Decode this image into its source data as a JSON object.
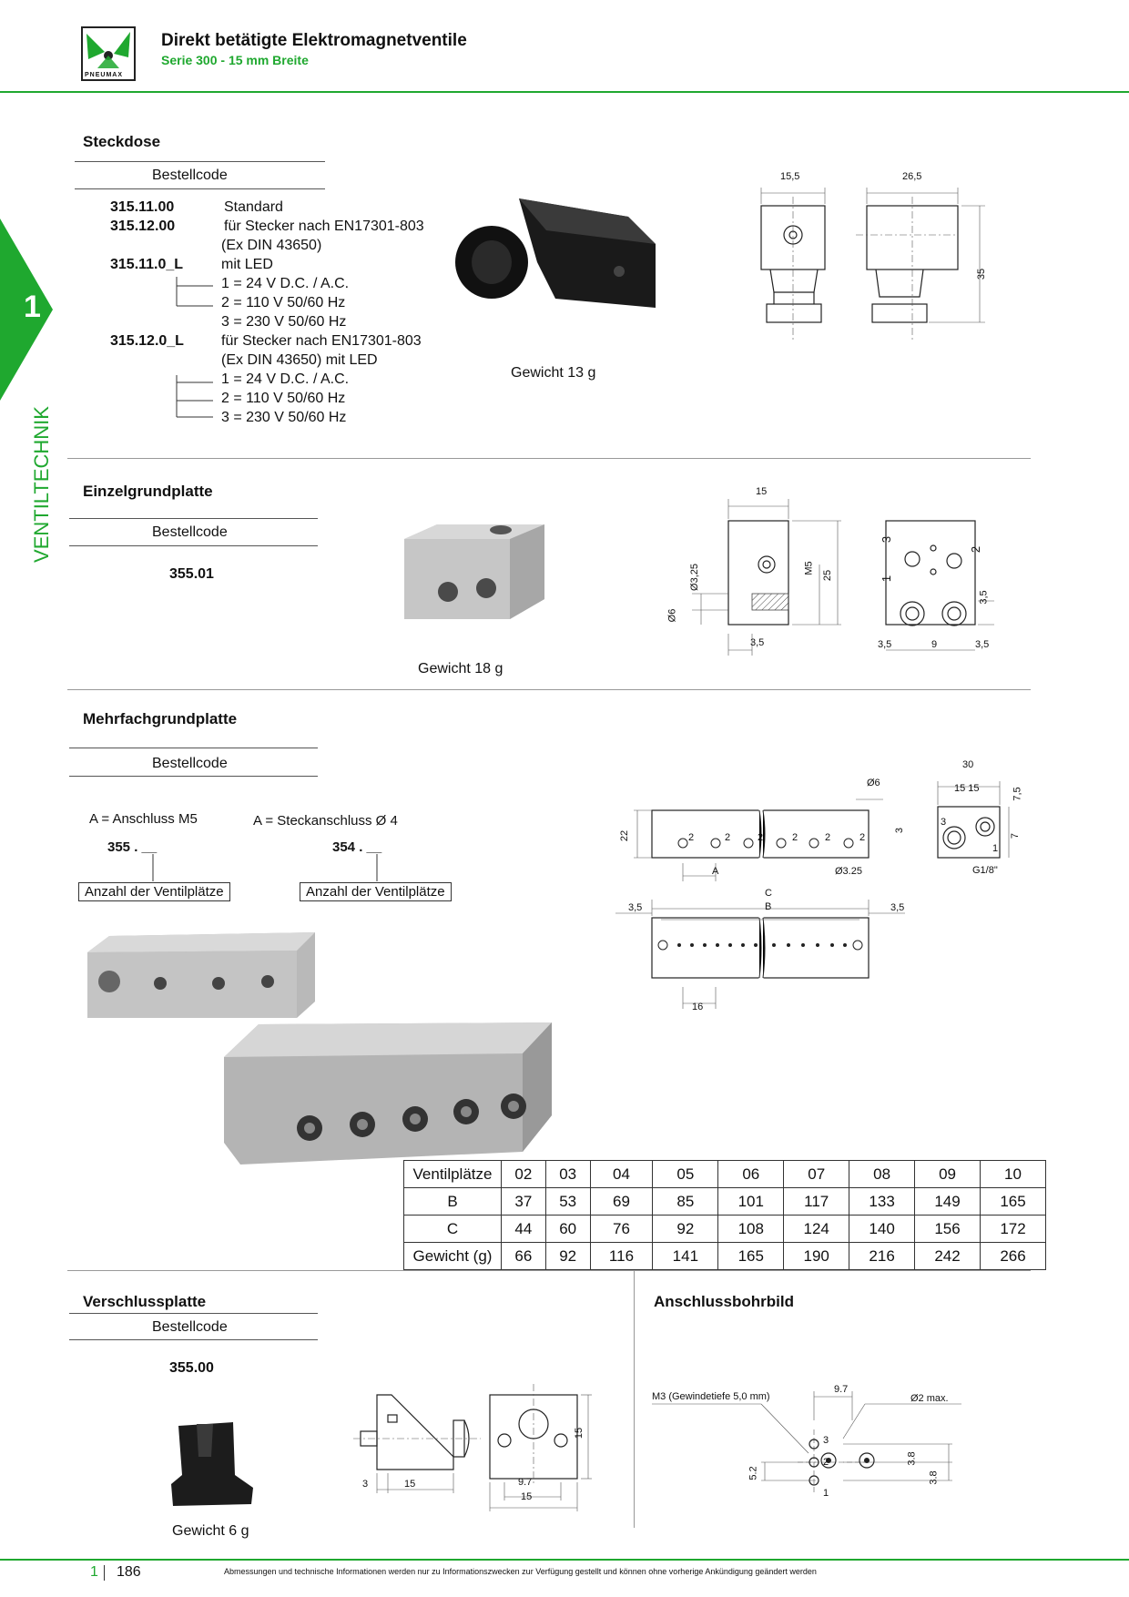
{
  "header": {
    "title": "Direkt betätigte Elektromagnetventile",
    "subtitle": "Serie 300 - 15 mm Breite",
    "logo_text": "PNEUMAX"
  },
  "side_tab": {
    "number": "1",
    "label": "VENTILTECHNIK"
  },
  "steckdose": {
    "title": "Steckdose",
    "bestellcode": "Bestellcode",
    "rows": [
      {
        "code": "315.11.00",
        "text": "Standard"
      },
      {
        "code": "315.12.00",
        "text": "für Stecker nach EN17301-803"
      },
      {
        "code": "",
        "text": "(Ex DIN 43650)"
      },
      {
        "code": "315.11.0_L",
        "text": "mit LED"
      },
      {
        "code": "",
        "text": "1 = 24 V D.C. / A.C."
      },
      {
        "code": "",
        "text": "2 = 110 V 50/60 Hz"
      },
      {
        "code": "",
        "text": "3 = 230 V 50/60 Hz"
      },
      {
        "code": "315.12.0_L",
        "text": "für Stecker nach  EN17301-803"
      },
      {
        "code": "",
        "text": "(Ex DIN 43650) mit LED"
      },
      {
        "code": "",
        "text": "1 = 24 V D.C. / A.C."
      },
      {
        "code": "",
        "text": "2 = 110 V 50/60 Hz"
      },
      {
        "code": "",
        "text": "3 = 230 V 50/60 Hz"
      }
    ],
    "weight": "Gewicht  13 g",
    "dims": {
      "w1": "15,5",
      "w2": "26,5",
      "h": "35"
    }
  },
  "einzel": {
    "title": "Einzelgrundplatte",
    "bestellcode": "Bestellcode",
    "code": "355.01",
    "weight": "Gewicht 18 g",
    "dims": {
      "top": "15",
      "d325": "Ø3,25",
      "m5": "M5",
      "h25": "25",
      "d6": "Ø6",
      "b35": "3,5",
      "r35a": "3,5",
      "r9": "9",
      "r35b": "3,5",
      "v35": "3,5",
      "p3": "3",
      "p1": "1",
      "p2": "2"
    }
  },
  "mehrfach": {
    "title": "Mehrfachgrundplatte",
    "bestellcode": "Bestellcode",
    "opt1_label": "A = Anschluss M5",
    "opt2_label": "A = Steckanschluss Ø 4",
    "code1": "355 . __",
    "code2": "354 . __",
    "box_label": "Anzahl der Ventilplätze",
    "dims": {
      "d6": "Ø6",
      "h22": "22",
      "w30": "30",
      "w1515": "15 15",
      "v75": "7,5",
      "v7": "7",
      "g18": "G1/8\"",
      "d325": "Ø3.25",
      "a": "A",
      "c": "C",
      "b": "B",
      "l35": "3,5",
      "r35": "3,5",
      "p16": "16",
      "v3": "3",
      "p2": "2",
      "p3": "3",
      "p1": "1"
    }
  },
  "table": {
    "headers": [
      "Ventilplätze",
      "02",
      "03",
      "04",
      "05",
      "06",
      "07",
      "08",
      "09",
      "10"
    ],
    "rows": [
      [
        "B",
        "37",
        "53",
        "69",
        "85",
        "101",
        "117",
        "133",
        "149",
        "165"
      ],
      [
        "C",
        "44",
        "60",
        "76",
        "92",
        "108",
        "124",
        "140",
        "156",
        "172"
      ],
      [
        "Gewicht (g)",
        "66",
        "92",
        "116",
        "141",
        "165",
        "190",
        "216",
        "242",
        "266"
      ]
    ]
  },
  "verschluss": {
    "title": "Verschlussplatte",
    "bestellcode": "Bestellcode",
    "code": "355.00",
    "weight": "Gewicht 6 g",
    "dims": {
      "d3": "3",
      "d15a": "15",
      "d97": "9.7",
      "d15b": "15",
      "h15": "15"
    }
  },
  "anschluss": {
    "title": "Anschlussbohrbild",
    "m3": "M3 (Gewindetiefe 5,0 mm)",
    "d2": "Ø2 max.",
    "w97": "9.7",
    "h52": "5.2",
    "v38a": "3.8",
    "v38b": "3.8",
    "p3": "3",
    "p2": "2",
    "p1": "1"
  },
  "footer": {
    "chapter": "1",
    "page": "186",
    "disclaimer": "Abmessungen und technische Informationen werden nur zu Informationszwecken zur Verfügung gestellt und können ohne vorherige Ankündigung geändert werden"
  }
}
